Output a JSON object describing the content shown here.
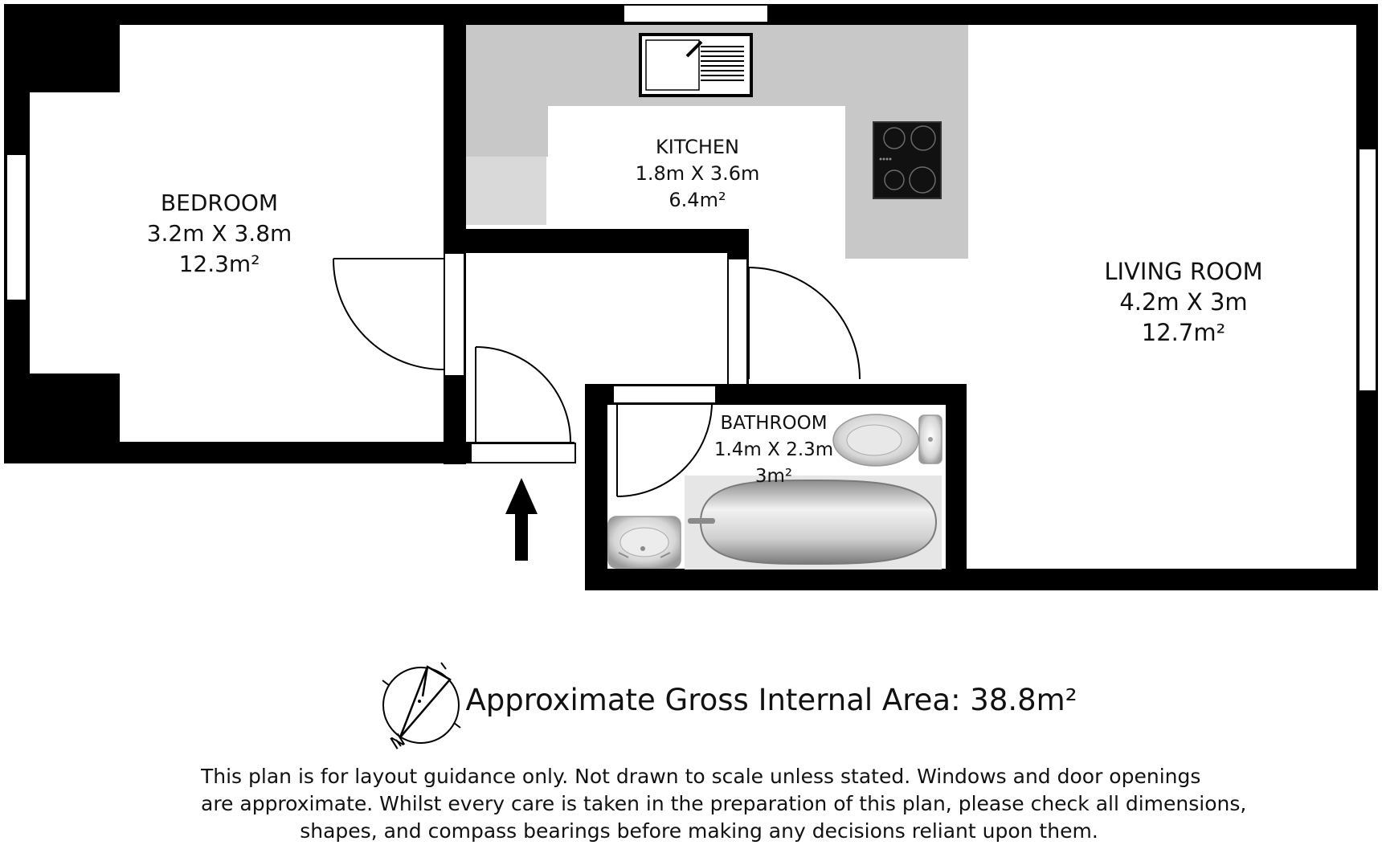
{
  "rooms": {
    "bedroom": {
      "name": "BEDROOM",
      "dimensions": "3.2m X 3.8m",
      "area": "12.3m²"
    },
    "kitchen": {
      "name": "KITCHEN",
      "dimensions": "1.8m X 3.6m",
      "area": "6.4m²"
    },
    "living_room": {
      "name": "LIVING ROOM",
      "dimensions": "4.2m X 3m",
      "area": "12.7m²"
    },
    "bathroom": {
      "name": "BATHROOM",
      "dimensions": "1.4m X 2.3m",
      "area": "3m²"
    }
  },
  "gross_area": "Approximate Gross Internal Area: 38.8m²",
  "compass": {
    "label": "N",
    "icon": "north-arrow-icon"
  },
  "entrance": {
    "icon": "entrance-arrow-icon"
  },
  "disclaimer": [
    "This plan is for layout guidance only. Not drawn to scale unless stated. Windows and door openings",
    "are approximate. Whilst every care is taken in the preparation of this plan, please check all dimensions,",
    "shapes, and compass bearings before making any decisions reliant upon them."
  ],
  "colors": {
    "wall": "#000000",
    "worktop": "#c8c8c8",
    "floor": "#ffffff"
  }
}
